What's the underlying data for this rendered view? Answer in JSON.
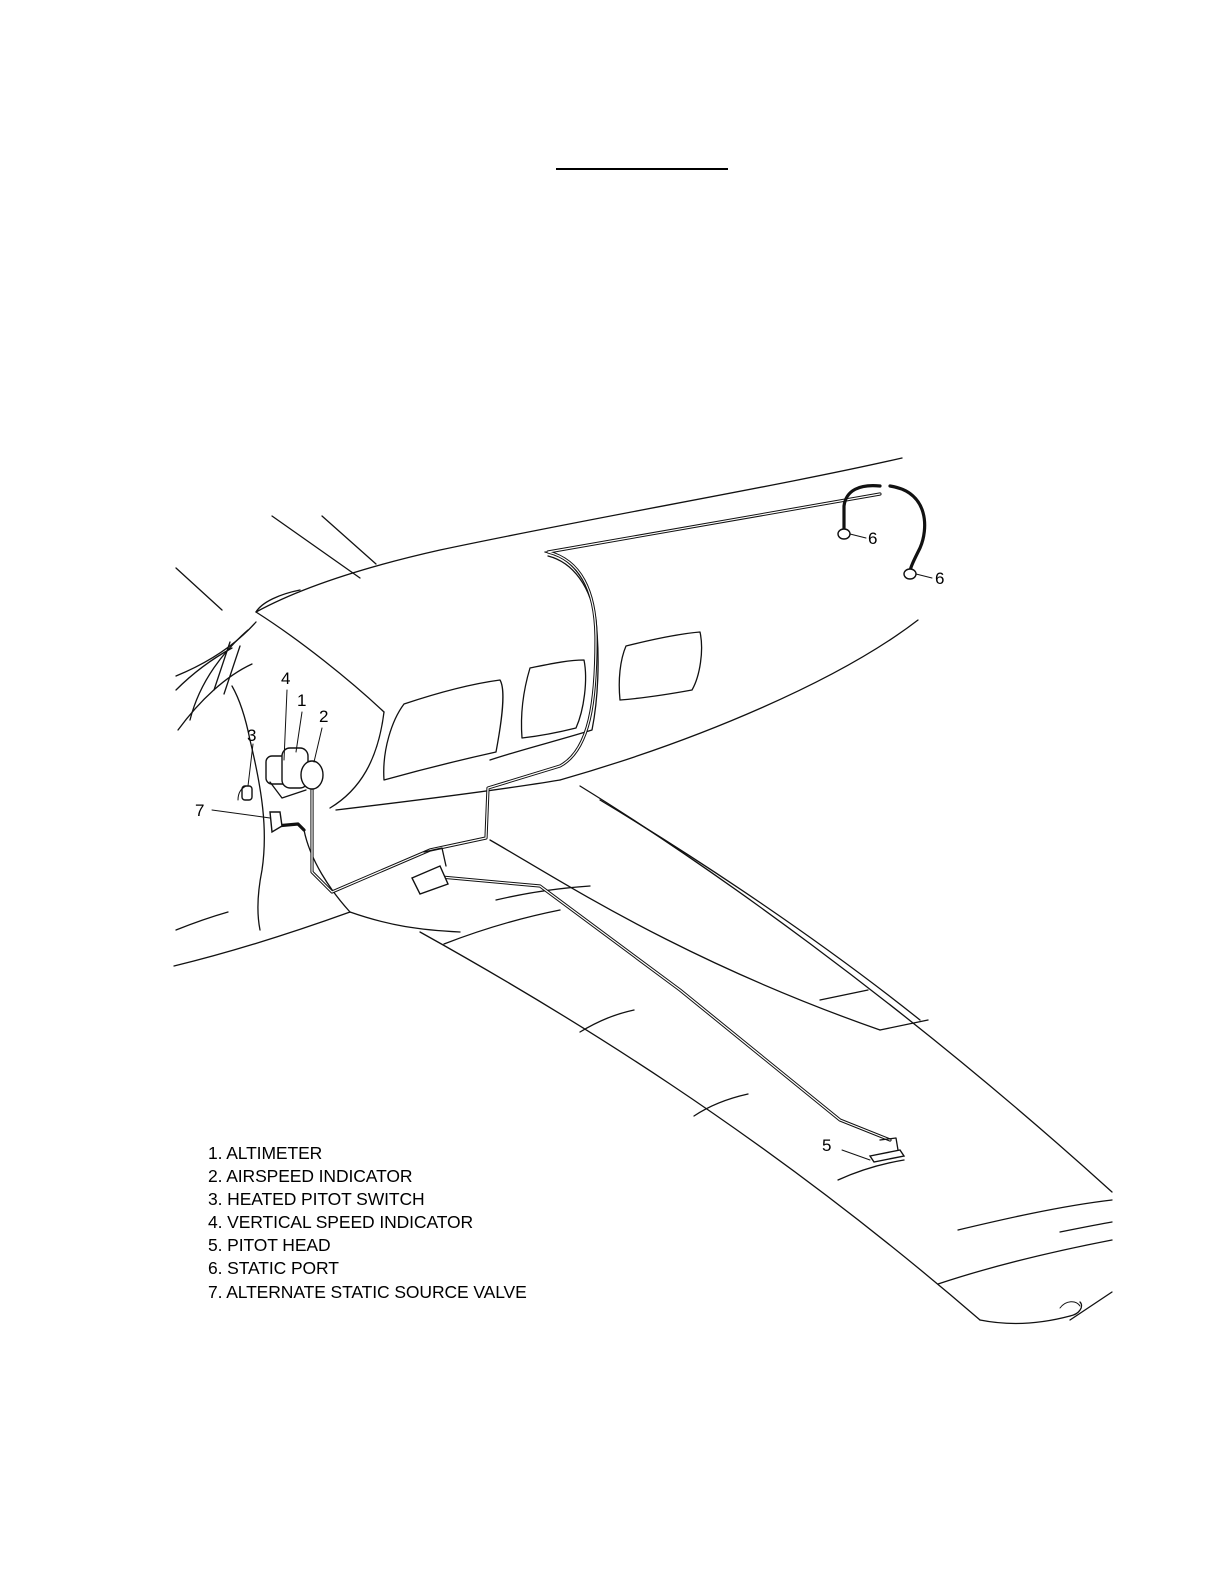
{
  "callouts": {
    "c1": "1",
    "c2": "2",
    "c3": "3",
    "c4": "4",
    "c5": "5",
    "c6a": "6",
    "c6b": "6",
    "c7": "7"
  },
  "legend": [
    "1. ALTIMETER",
    "2. AIRSPEED INDICATOR",
    "3. HEATED PITOT SWITCH",
    "4. VERTICAL SPEED INDICATOR",
    "5. PITOT HEAD",
    "6. STATIC PORT",
    "7. ALTERNATE STATIC SOURCE VALVE"
  ]
}
